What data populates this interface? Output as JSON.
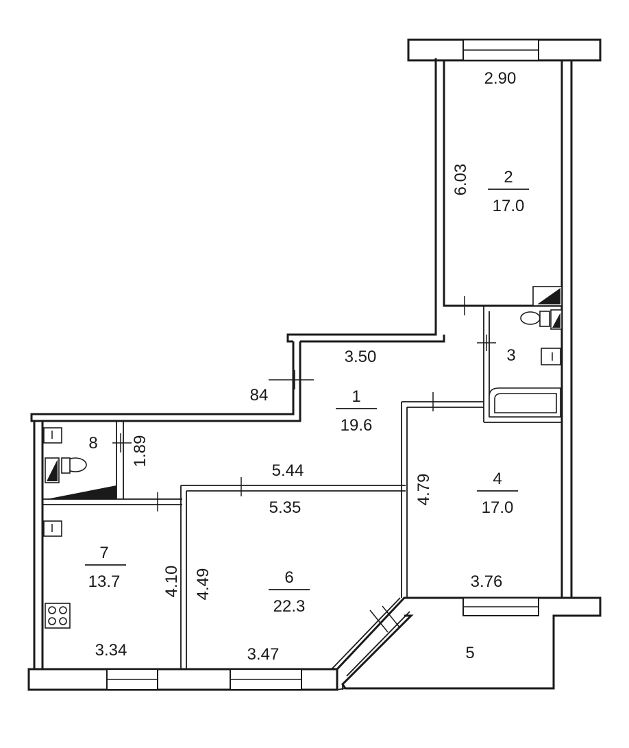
{
  "rooms": [
    {
      "id": "1",
      "area": "19.6"
    },
    {
      "id": "2",
      "area": "17.0"
    },
    {
      "id": "3"
    },
    {
      "id": "4",
      "area": "17.0"
    },
    {
      "id": "5"
    },
    {
      "id": "6",
      "area": "22.3"
    },
    {
      "id": "7",
      "area": "13.7"
    },
    {
      "id": "8"
    }
  ],
  "dimensions": {
    "room2_width": "2.90",
    "room2_length": "6.03",
    "room1_width": "3.50",
    "room1_step": "84",
    "room8_length": "1.89",
    "room6_top_outer": "5.44",
    "room6_top_inner": "5.35",
    "room4_length": "4.79",
    "room4_width": "3.76",
    "room7_length": "4.10",
    "room6_length": "4.49",
    "room7_width": "3.34",
    "room6_width": "3.47"
  }
}
